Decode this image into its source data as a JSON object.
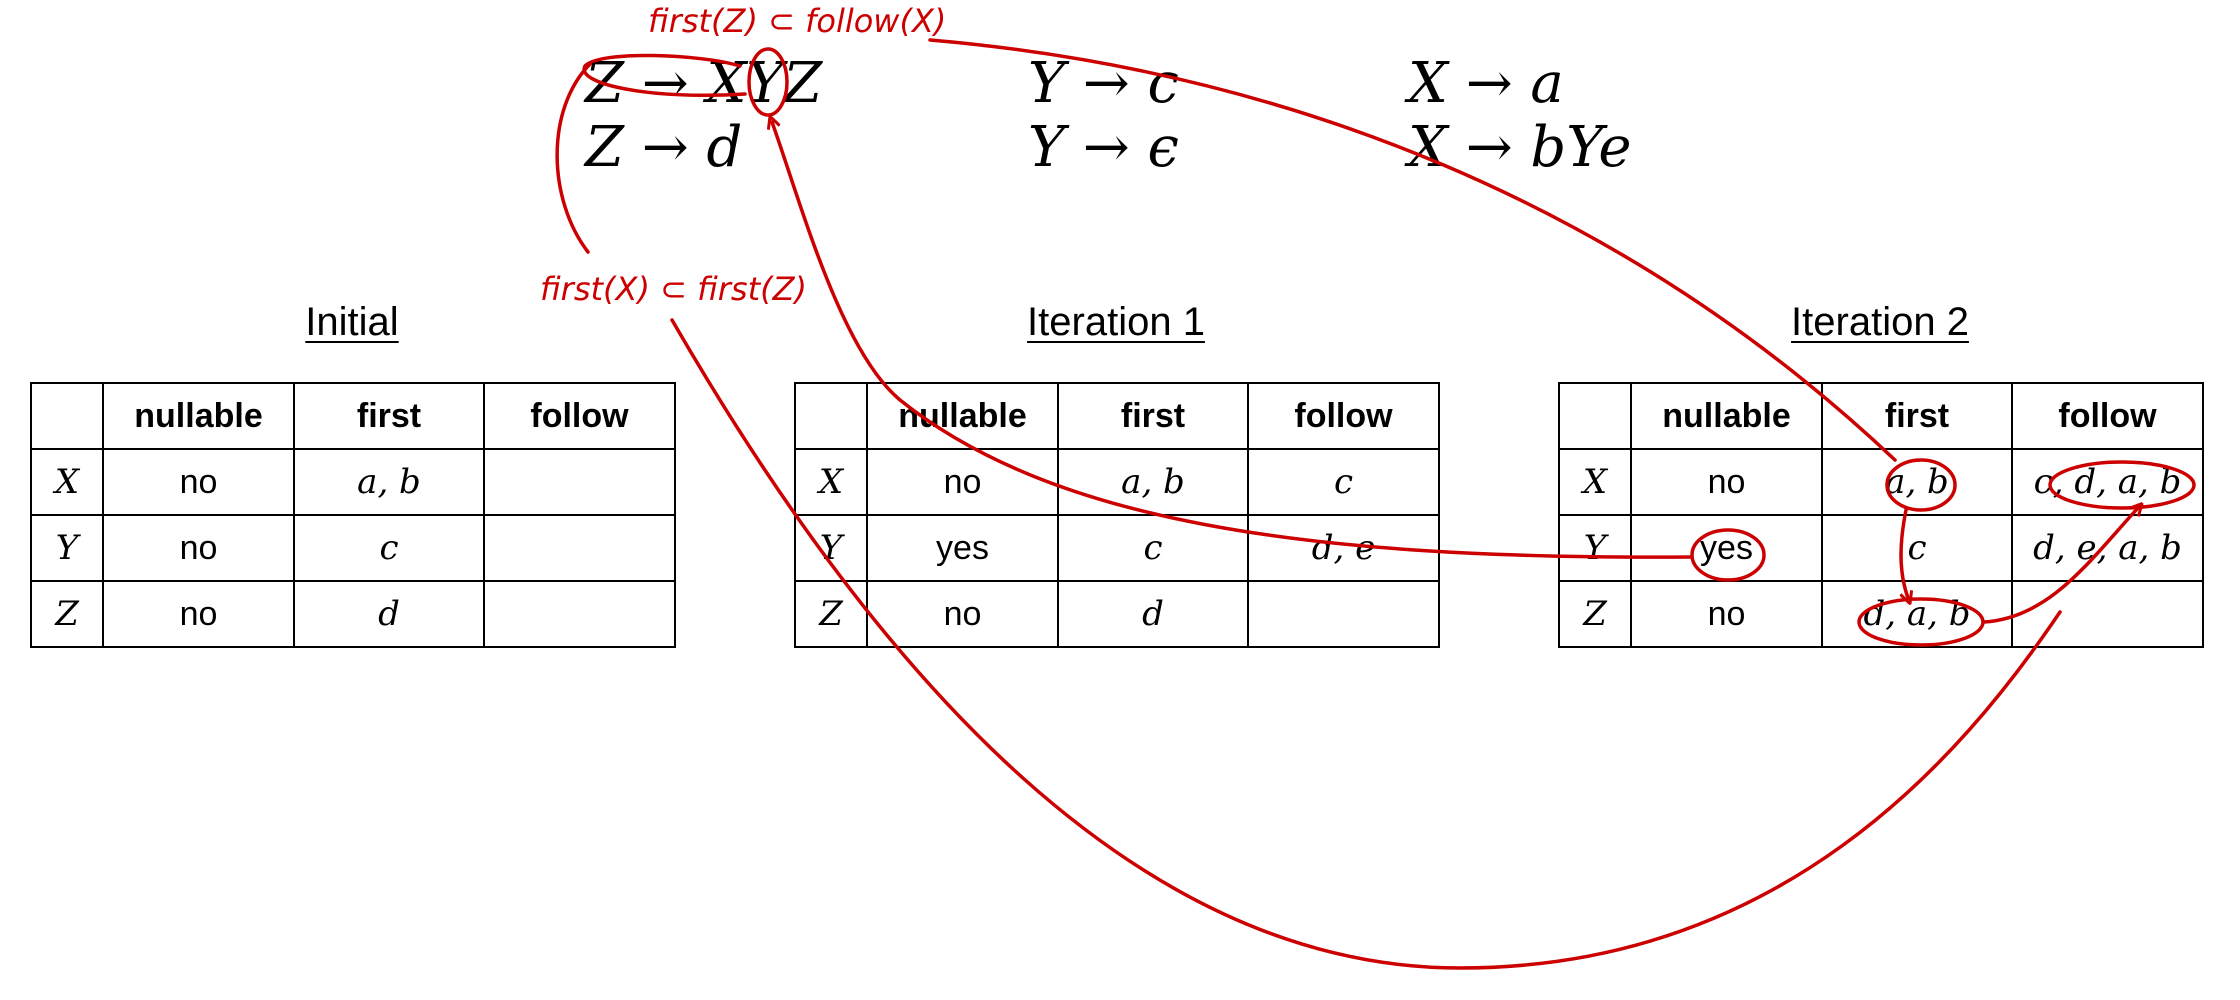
{
  "grammar": {
    "rules": [
      {
        "lhs": "Z",
        "rhs": "XYZ"
      },
      {
        "lhs": "Z",
        "rhs": "d"
      },
      {
        "lhs": "Y",
        "rhs": "c"
      },
      {
        "lhs": "Y",
        "rhs": "ϵ"
      },
      {
        "lhs": "X",
        "rhs": "a"
      },
      {
        "lhs": "X",
        "rhs": "bYe"
      }
    ],
    "arrow": "→"
  },
  "columns": {
    "nullable": "nullable",
    "first": "first",
    "follow": "follow"
  },
  "tables": [
    {
      "caption": "Initial",
      "rows": [
        {
          "symbol": "X",
          "nullable": "no",
          "first": "a, b",
          "follow": ""
        },
        {
          "symbol": "Y",
          "nullable": "no",
          "first": "c",
          "follow": ""
        },
        {
          "symbol": "Z",
          "nullable": "no",
          "first": "d",
          "follow": ""
        }
      ]
    },
    {
      "caption": "Iteration 1",
      "rows": [
        {
          "symbol": "X",
          "nullable": "no",
          "first": "a, b",
          "follow": "c"
        },
        {
          "symbol": "Y",
          "nullable": "yes",
          "first": "c",
          "follow": "d, e"
        },
        {
          "symbol": "Z",
          "nullable": "no",
          "first": "d",
          "follow": ""
        }
      ]
    },
    {
      "caption": "Iteration 2",
      "rows": [
        {
          "symbol": "X",
          "nullable": "no",
          "first": "a, b",
          "follow": "c, d, a, b"
        },
        {
          "symbol": "Y",
          "nullable": "yes",
          "first": "c",
          "follow": "d, e, a, b"
        },
        {
          "symbol": "Z",
          "nullable": "no",
          "first": "d, a, b",
          "follow": ""
        }
      ]
    }
  ],
  "annotations": {
    "first_z_follow_x": "first(Z) ⊂ follow(X)",
    "first_x_first_z": "first(X) ⊂ first(Z)",
    "color": "#cc0000"
  }
}
